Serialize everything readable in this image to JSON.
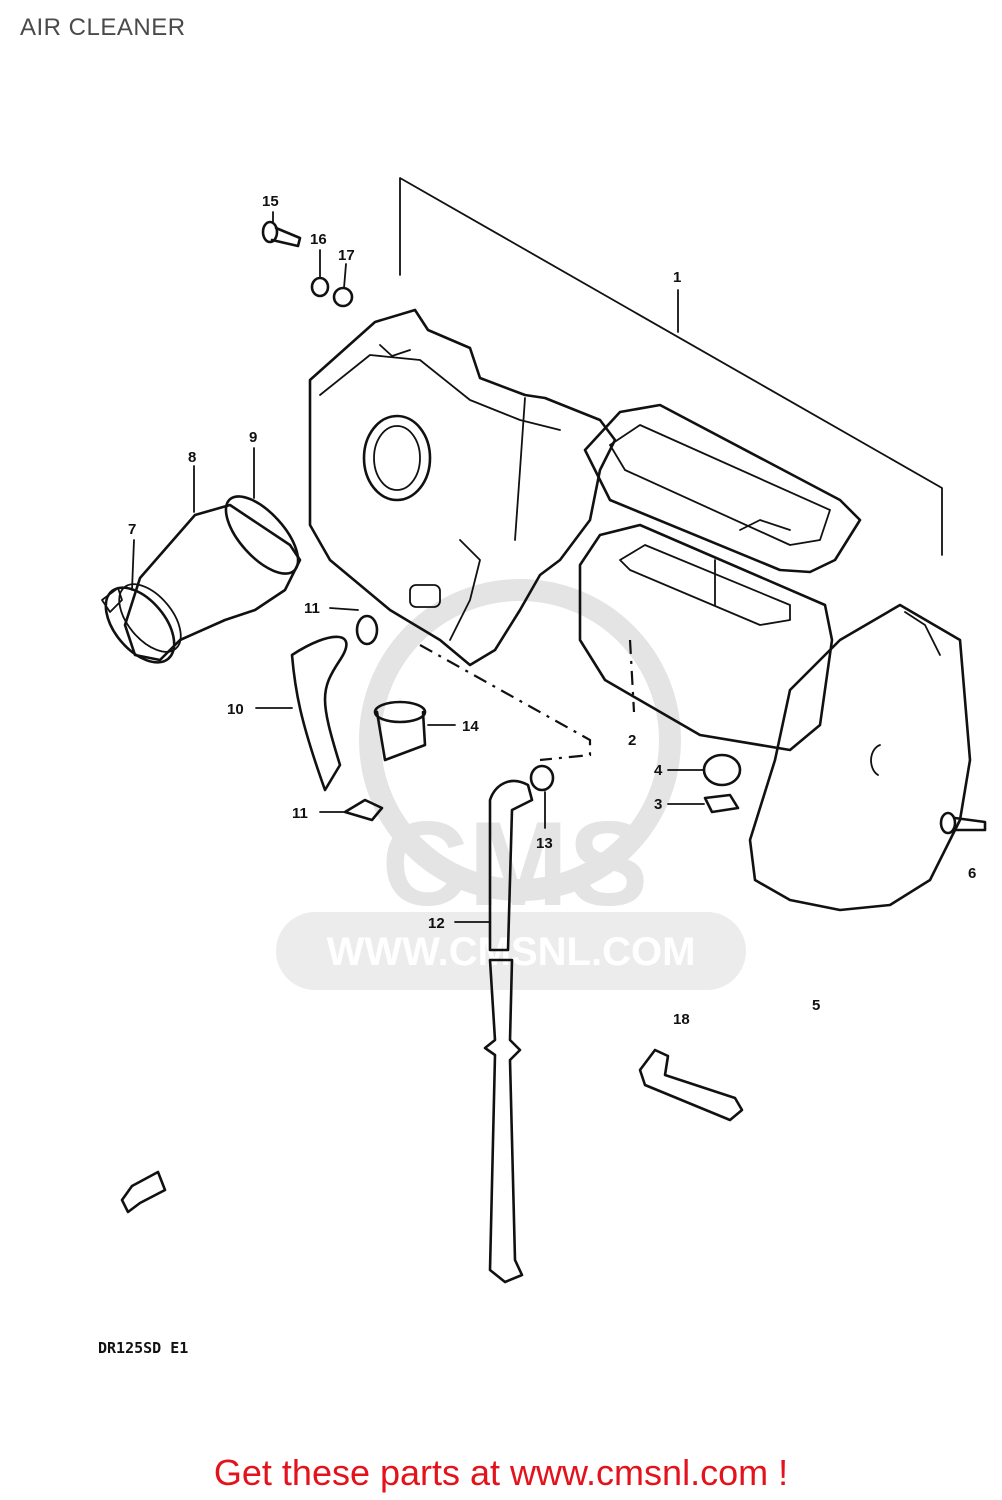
{
  "page": {
    "title": "AIR CLEANER",
    "footer_text": "Get these parts at www.cmsnl.com !"
  },
  "diagram": {
    "model_code": "DR125SD E1",
    "watermark": {
      "logo_text": "CMS",
      "url_text": "WWW.CMSNL.COM"
    },
    "callouts": [
      {
        "id": "c1",
        "label": "1"
      },
      {
        "id": "c2",
        "label": "2"
      },
      {
        "id": "c3",
        "label": "3"
      },
      {
        "id": "c4",
        "label": "4"
      },
      {
        "id": "c5",
        "label": "5"
      },
      {
        "id": "c6",
        "label": "6"
      },
      {
        "id": "c7",
        "label": "7"
      },
      {
        "id": "c8",
        "label": "8"
      },
      {
        "id": "c9",
        "label": "9"
      },
      {
        "id": "c10",
        "label": "10"
      },
      {
        "id": "c11a",
        "label": "11"
      },
      {
        "id": "c11b",
        "label": "11"
      },
      {
        "id": "c12",
        "label": "12"
      },
      {
        "id": "c13",
        "label": "13"
      },
      {
        "id": "c14",
        "label": "14"
      },
      {
        "id": "c15",
        "label": "15"
      },
      {
        "id": "c16",
        "label": "16"
      },
      {
        "id": "c17",
        "label": "17"
      },
      {
        "id": "c18",
        "label": "18"
      }
    ]
  },
  "colors": {
    "footer_link": "#e3121b",
    "title": "#4a4a4a",
    "watermark": "#e4e4e4",
    "line": "#111111"
  }
}
